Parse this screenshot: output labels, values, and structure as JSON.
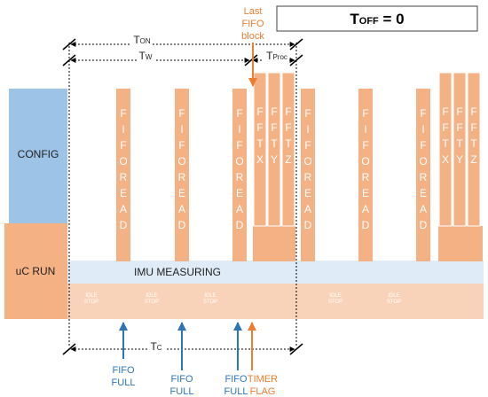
{
  "toff_box": {
    "main": "T",
    "sub": "OFF",
    "suffix": " = 0"
  },
  "rows": {
    "config": "CONFIG",
    "uc_run": "uC RUN"
  },
  "bands": {
    "measuring": "IMU MEASURING",
    "idle_line1": "IDLE",
    "idle_line2": "STOP"
  },
  "timing": {
    "ton": {
      "main": "T",
      "sub": "ON"
    },
    "tw": {
      "main": "T",
      "sub": "W"
    },
    "tproc": {
      "main": "T",
      "sub": "Proc"
    },
    "tc": {
      "main": "T",
      "sub": "C"
    }
  },
  "columns": {
    "fifo_read": [
      "F",
      "I",
      "F",
      "O",
      "R",
      "E",
      "A",
      "D"
    ],
    "fft_x": [
      "F",
      "F",
      "T",
      "X"
    ],
    "fft_y": [
      "F",
      "F",
      "T",
      "Y"
    ],
    "fft_z": [
      "F",
      "F",
      "T",
      "Z"
    ]
  },
  "annotations": {
    "last_fifo": [
      "Last",
      "FIFO",
      "block"
    ],
    "fifo_full": [
      "FIFO",
      "FULL"
    ],
    "timer_flag": [
      "TIMER",
      "FLAG"
    ]
  },
  "colors": {
    "orange": "#f4b183",
    "orange_dark": "#ed7d31",
    "blue": "#9dc3e6",
    "blue_dark": "#2e75b6",
    "light_blue": "#dbe9f5"
  }
}
